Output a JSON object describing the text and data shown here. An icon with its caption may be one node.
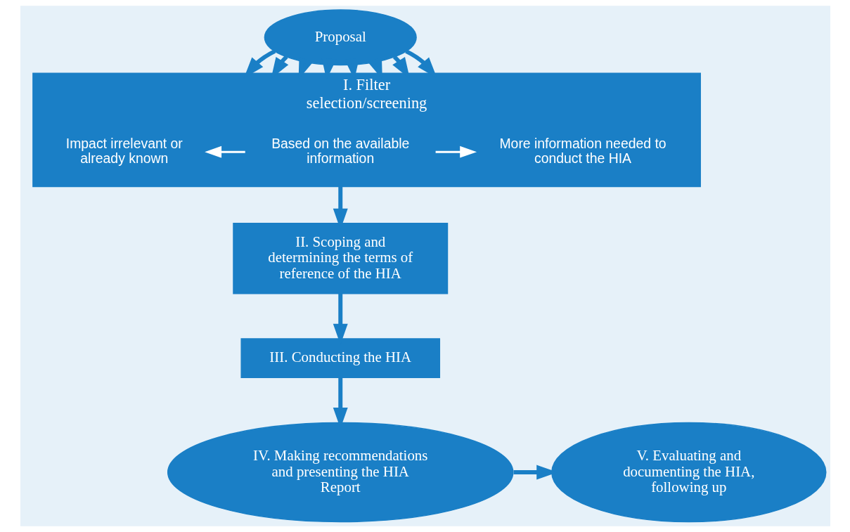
{
  "diagram": {
    "nodes": [
      {
        "text": [
          "Proposal"
        ]
      },
      {
        "text": [
          "I. Filter selection/screening"
        ]
      },
      {
        "text": [
          "More information needed to conduct the HIA"
        ],
        "in": 1
      },
      {
        "text": [
          "Based on the available information"
        ],
        "in": 1
      },
      {
        "text": [
          "Impact irrelevant or already known"
        ],
        "in": 1
      },
      {
        "text": [
          "II. Scoping and determining the terms of reference of the HIA"
        ]
      },
      {
        "text": [
          "III. Conducting the HIA"
        ]
      },
      {
        "text": [
          "IV. Making recommendations and presenting the HIA Report"
        ]
      },
      {
        "text": [
          "V. Evaluating and documenting the HIA, following up"
        ]
      }
    ],
    "edges": [
      {
        "from": 0,
        "to": 1,
        "arrow": "to"
      },
      {
        "from": 0,
        "to": 1,
        "arrow": "to"
      },
      {
        "from": 0,
        "to": 1,
        "arrow": "to"
      },
      {
        "from": 0,
        "to": 1,
        "arrow": "to"
      },
      {
        "from": 0,
        "to": 1,
        "arrow": "to"
      },
      {
        "from": 0,
        "to": 1,
        "arrow": "to"
      },
      {
        "from": 0,
        "to": 1,
        "arrow": "to"
      },
      {
        "from": 0,
        "to": 1,
        "arrow": "to"
      },
      {
        "from": 3,
        "to": 2,
        "arrow": "to",
        "color": "#ffffff"
      },
      {
        "from": 3,
        "to": 4,
        "arrow": "to",
        "color": "#ffffff"
      },
      {
        "from": 1,
        "to": 5,
        "arrow": "to"
      },
      {
        "from": 5,
        "to": 6,
        "arrow": "to"
      },
      {
        "from": 6,
        "to": 7,
        "arrow": "to"
      },
      {
        "from": 7,
        "to": 8,
        "arrow": "to"
      }
    ]
  }
}
